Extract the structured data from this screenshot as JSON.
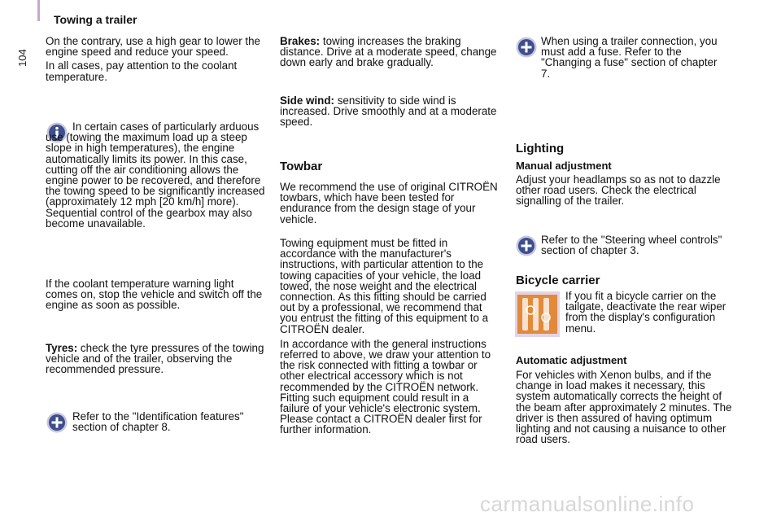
{
  "page": {
    "section_title": "Towing a trailer",
    "page_number": "104"
  },
  "left": {
    "p1": "On the contrary, use a high gear to lower the engine speed and reduce your speed.",
    "p2": "In all cases, pay attention to the coolant temperature.",
    "info_note": "In certain cases of particularly arduous use (towing the maximum load up a steep slope in high temperatures), the engine automatically limits its power. In this case, cutting off the air conditioning allows the engine power to be recovered, and therefore the towing speed to be significantly increased (approximately 12 mph [20 km/h] more). Sequential control of the gearbox may also become unavailable.",
    "p3": "If the coolant temperature warning light comes on, stop the vehicle and switch off the engine as soon as possible.",
    "tyres_label": "Tyres:",
    "tyres_text": " check the tyre pressures of the towing vehicle and of the trailer, observing the recommended pressure.",
    "ref_note": "Refer to the \"Identification features\" section of chapter 8."
  },
  "middle": {
    "brakes_label": "Brakes:",
    "brakes_text": " towing increases the braking distance. Drive at a moderate speed, change down early and brake gradually.",
    "wind_label": "Side wind:",
    "wind_text": " sensitivity to side wind is increased. Drive smoothly and at a moderate speed.",
    "towbar_heading": "Towbar",
    "towbar_p1": "We recommend the use of original CITROËN towbars, which have been tested for endurance from the design stage of your vehicle.",
    "towbar_p2": "Towing equipment must be fitted in accordance with the manufacturer's instructions, with particular attention to the towing capacities of your vehicle, the load towed, the nose weight and the electrical connection. As this fitting should be carried out by a professional, we recommend that you entrust the fitting of this equipment to a CITROËN dealer.",
    "towbar_p3": "In accordance with the general instructions referred to above, we draw your attention to the risk connected with fitting a towbar or other electrical accessory which is not recommended by the CITROËN network. Fitting such equipment could result in a failure of your vehicle's electronic system. Please contact a CITROËN dealer first for further information."
  },
  "right": {
    "fuse_note": "When using a trailer connection, you must add a fuse. Refer to the \"Changing a fuse\" section of chapter 7.",
    "lighting_heading": "Lighting",
    "manual_heading": "Manual adjustment",
    "manual_text": "Adjust your headlamps so as not to dazzle other road users. Check the electrical signalling of the trailer.",
    "steering_note": "Refer to the \"Steering wheel controls\" section of chapter 3.",
    "bicycle_heading": "Bicycle carrier",
    "bicycle_text": "If you fit a bicycle carrier on the tailgate, deactivate the rear wiper from the display's configuration menu.",
    "auto_heading": "Automatic adjustment",
    "auto_text": "For vehicles with Xenon bulbs, and if the change in load makes it necessary, this system automatically corrects the height of the beam after approximately 2 minutes. The driver is then assured of having optimum lighting and not causing a nuisance to other road users."
  },
  "watermark": "carmanualsonline.info",
  "colors": {
    "accent": "#c8a6cf",
    "icon_blue": "#3d4f8c",
    "icon_ring": "#c9c6dd",
    "bike_bg": "#e2d3e6",
    "bike_orange": "#e28a3a"
  }
}
